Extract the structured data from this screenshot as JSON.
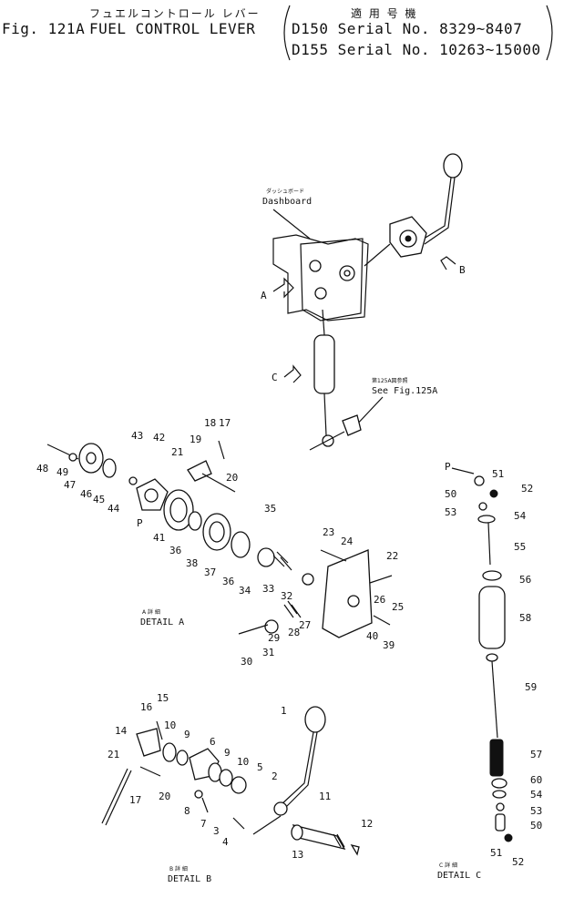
{
  "header": {
    "fig_no": "Fig. 121A",
    "title_jp": "フュエルコントロール レバー",
    "title_en": "FUEL   CONTROL LEVER",
    "applicable_jp": "適 用 号 機",
    "serial_1": "D150  Serial  No. 8329~8407",
    "serial_2": "D155  Serial  No. 10263~15000"
  },
  "main": {
    "dashboard_jp": "ダッシュボード",
    "dashboard": "Dashboard",
    "see_fig_jp": "第125A図参照",
    "see_fig": "See  Fig.125A",
    "view_a": "A",
    "view_b": "B",
    "view_c": "C"
  },
  "detail_a": {
    "title_jp": "A 詳 細",
    "title": "DETAIL A",
    "p": "P",
    "callouts": [
      "48",
      "49",
      "47",
      "46",
      "45",
      "44",
      "43",
      "42",
      "21",
      "19",
      "18",
      "17",
      "20",
      "41",
      "36",
      "38",
      "37",
      "36",
      "34",
      "33",
      "35",
      "32",
      "23",
      "24",
      "22",
      "26",
      "25",
      "27",
      "28",
      "29",
      "30",
      "31",
      "40",
      "39"
    ]
  },
  "detail_b": {
    "title_jp": "B 詳 細",
    "title": "DETAIL B",
    "callouts": [
      "15",
      "16",
      "14",
      "10",
      "9",
      "6",
      "9",
      "10",
      "5",
      "21",
      "17",
      "20",
      "8",
      "7",
      "3",
      "4",
      "1",
      "2",
      "11",
      "12",
      "13"
    ]
  },
  "detail_c": {
    "title_jp": "C 詳 細",
    "title": "DETAIL C",
    "p": "P",
    "callouts": [
      "51",
      "52",
      "50",
      "53",
      "54",
      "55",
      "56",
      "58",
      "59",
      "57",
      "60",
      "54",
      "53",
      "50",
      "51",
      "52"
    ]
  }
}
